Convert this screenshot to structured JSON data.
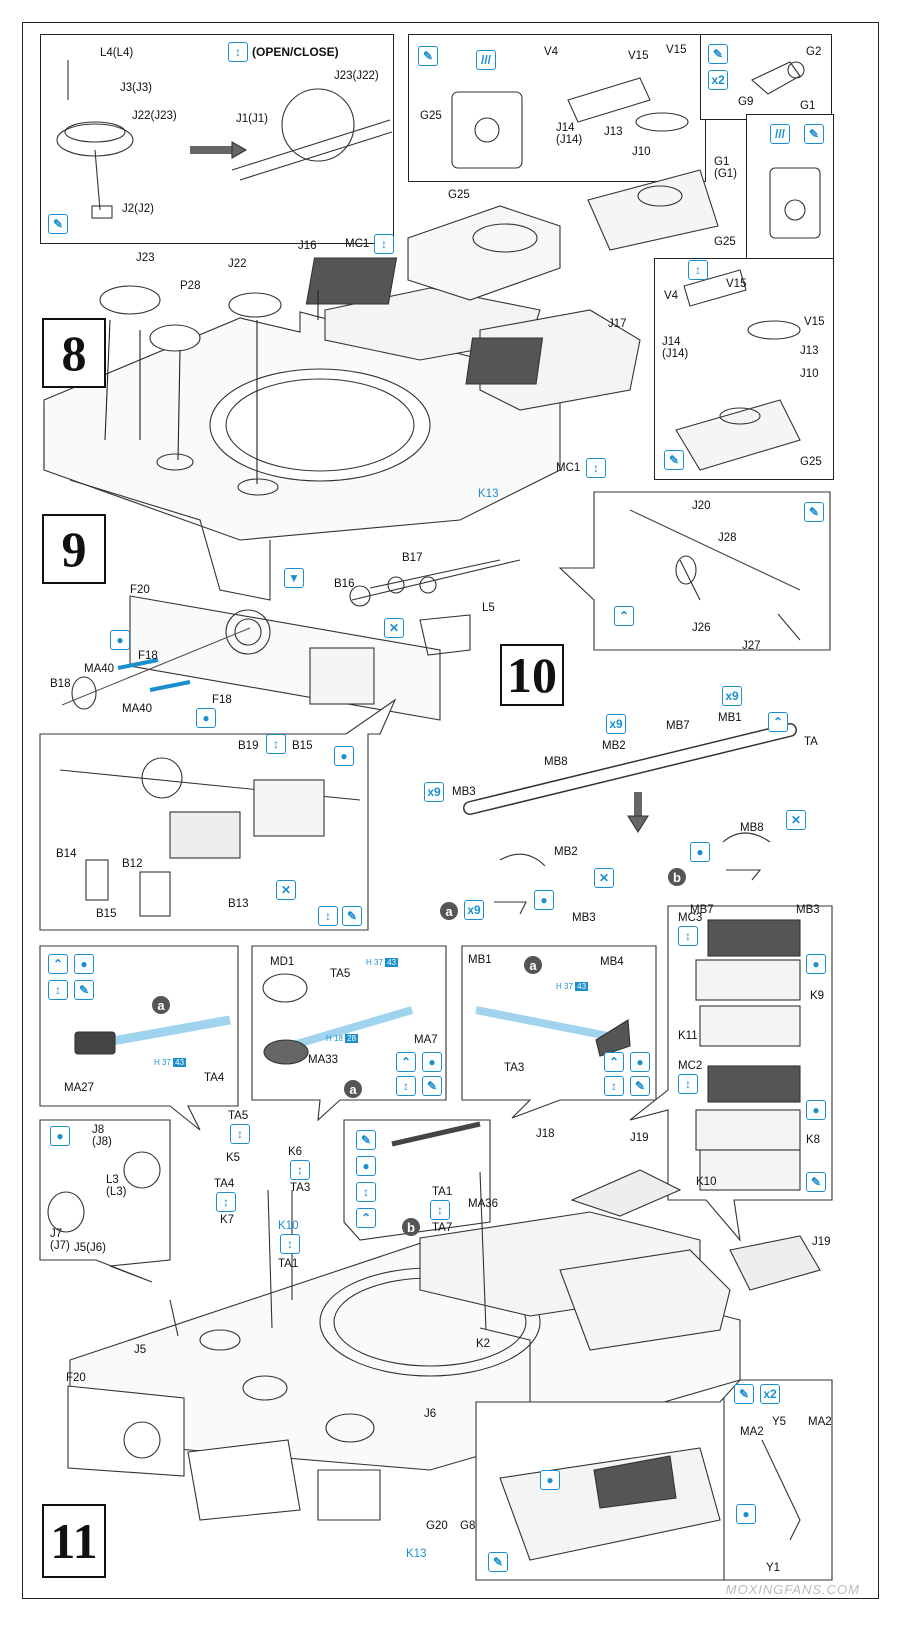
{
  "steps": {
    "s8": "8",
    "s9": "9",
    "s10": "10",
    "s11": "11"
  },
  "header": {
    "open_close": "(OPEN/CLOSE)"
  },
  "s8": {
    "l4": "L4(L4)",
    "j3": "J3(J3)",
    "j22j23": "J22(J23)",
    "j2": "J2(J2)",
    "j23j22": "J23(J22)",
    "j1": "J1(J1)",
    "j23": "J23",
    "p28": "P28",
    "j22": "J22",
    "j16": "J16",
    "mc1a": "MC1",
    "g25a": "G25",
    "j17": "J17",
    "mc1b": "MC1",
    "k13": "K13",
    "g25b": "G25",
    "v4a": "V4",
    "v15a": "V15",
    "v15b": "V15",
    "j14a": "J14\n(J14)",
    "j13a": "J13",
    "j10a": "J10",
    "g1a": "G1\n(G1)",
    "g25c": "G25",
    "g2": "G2",
    "g9": "G9",
    "g1": "G1",
    "v4b": "V4",
    "v15c": "V15",
    "v15d": "V15",
    "j14b": "J14\n(J14)",
    "j13b": "J13",
    "j10b": "J10",
    "g25d": "G25",
    "x2": "x2"
  },
  "s9": {
    "f20": "F20",
    "f18a": "F18",
    "ma40a": "MA40",
    "b18": "B18",
    "ma40b": "MA40",
    "f18b": "F18",
    "b16": "B16",
    "b17": "B17",
    "l5": "L5",
    "b19": "B19",
    "b15a": "B15",
    "j20": "J20",
    "j28": "J28",
    "j26": "J26",
    "j27": "J27",
    "b14": "B14",
    "b12": "B12",
    "b13": "B13",
    "b15b": "B15"
  },
  "s10": {
    "mb3a": "MB3",
    "mb8a": "MB8",
    "mb2a": "MB2",
    "mb7a": "MB7",
    "mb1a": "MB1",
    "ta": "TA",
    "x9a": "x9",
    "x9b": "x9",
    "x9c": "x9",
    "x9d": "x9",
    "mb8b": "MB8",
    "mb7b": "MB7",
    "mb3b": "MB3",
    "mb2b": "MB2",
    "mb3c": "MB3",
    "mb1b": "MB1",
    "circle_a": "a",
    "circle_b": "b"
  },
  "s11": {
    "ma27": "MA27",
    "ta4a": "TA4",
    "h37a": "37",
    "h43a": "43",
    "md1": "MD1",
    "ta5a": "TA5",
    "ma7": "MA7",
    "ma33": "MA33",
    "h18": "18",
    "h28": "28",
    "h37b": "37",
    "h43b": "43",
    "mb4": "MB4",
    "ta3a": "TA3",
    "h37c": "37",
    "h43c": "43",
    "mc3": "MC3",
    "k9": "K9",
    "k11": "K11",
    "mc2": "MC2",
    "k8": "K8",
    "k10": "K10",
    "j8": "J8\n(J8)",
    "l3": "L3\n(L3)",
    "j7": "J7\n(J7)",
    "j5j6": "J5(J6)",
    "ta5b": "TA5",
    "k5": "K5",
    "ta4b": "TA4",
    "k7": "K7",
    "k6": "K6",
    "ta3b": "TA3",
    "k10b": "K10",
    "ta1a": "TA1",
    "ta1b": "TA1",
    "ta7": "TA7",
    "ma36": "MA36",
    "j18": "J18",
    "j19a": "J19",
    "j19b": "J19",
    "j5": "J5",
    "f20": "F20",
    "j6": "J6",
    "k2": "K2",
    "g20": "G20",
    "g8": "G8",
    "k13": "K13",
    "ma2a": "MA2",
    "y5": "Y5",
    "ma2b": "MA2",
    "y1": "Y1",
    "x2": "x2"
  },
  "watermark": "MOXINGFANS.COM"
}
